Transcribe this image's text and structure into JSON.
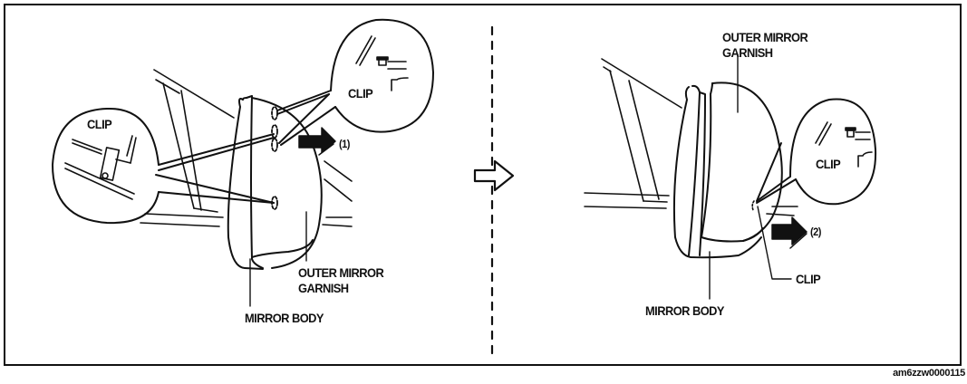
{
  "figure": {
    "id_caption": "am6zzw0000115",
    "ink_color": "#111111",
    "background": "#ffffff"
  },
  "left_panel": {
    "step_arrow_label": "(1)",
    "callout_left_label": "CLIP",
    "callout_right_label": "CLIP",
    "garnish_label_line1": "OUTER MIRROR",
    "garnish_label_line2": "GARNISH",
    "body_label": "MIRROR BODY"
  },
  "right_panel": {
    "step_arrow_label": "(2)",
    "callout_label": "CLIP",
    "garnish_label_line1": "OUTER MIRROR",
    "garnish_label_line2": "GARNISH",
    "body_label": "MIRROR BODY",
    "clip_leader_label": "CLIP"
  },
  "transition": {
    "arrow_icon": "outline-right-arrow"
  }
}
